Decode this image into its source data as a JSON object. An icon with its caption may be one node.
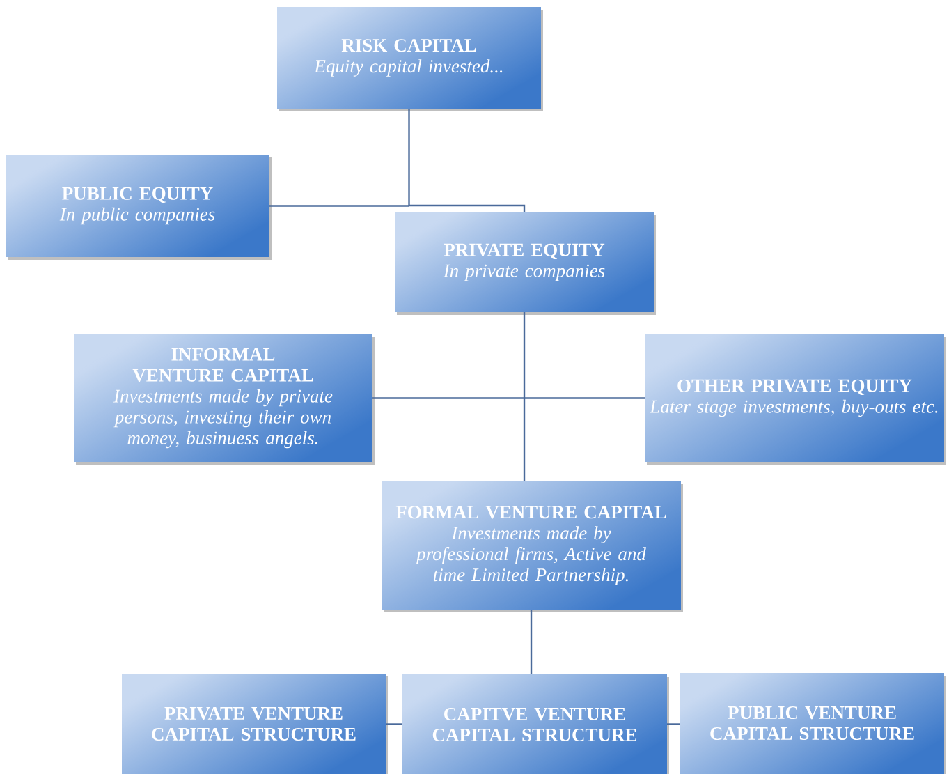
{
  "diagram": {
    "nodes": [
      {
        "text": [
          "RISK CAPITAL",
          "Equity capital invested..."
        ]
      },
      {
        "text": [
          "PUBLIC EQUITY",
          "In public companies"
        ]
      },
      {
        "text": [
          "PRIVATE EQUITY",
          "In private companies"
        ]
      },
      {
        "text": [
          "INFORMAL VENTURE CAPITAL",
          "Investments made by private persons, investing their own money, businuess angels."
        ]
      },
      {
        "text": [
          "OTHER PRIVATE EQUITY",
          "Later stage investments, buy-outs etc."
        ]
      },
      {
        "text": [
          "FORMAL VENTURE CAPITAL",
          "Investments made by professional firms, Active and time Limited Partnership."
        ]
      },
      {
        "text": [
          "PRIVATE VENTURE CAPITAL STRUCTURE"
        ]
      },
      {
        "text": [
          "CAPITVE VENTURE CAPITAL STRUCTURE"
        ]
      },
      {
        "text": [
          "PUBLIC VENTURE CAPITAL STRUCTURE"
        ]
      }
    ],
    "edges": [
      {
        "from": 0,
        "to": 1,
        "arrow": "none"
      },
      {
        "from": 0,
        "to": 2,
        "arrow": "none"
      },
      {
        "from": 2,
        "to": 3,
        "arrow": "none"
      },
      {
        "from": 2,
        "to": 4,
        "arrow": "none"
      },
      {
        "from": 2,
        "to": 5,
        "arrow": "none"
      },
      {
        "from": 5,
        "to": 7,
        "arrow": "none"
      },
      {
        "from": 7,
        "to": 6,
        "arrow": "none"
      },
      {
        "from": 7,
        "to": 8,
        "arrow": "none"
      }
    ]
  }
}
